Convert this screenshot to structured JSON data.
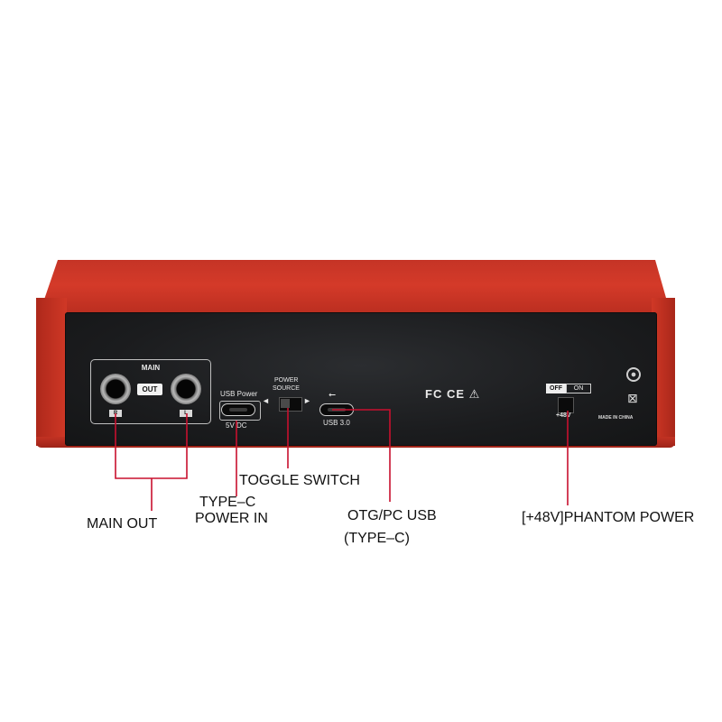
{
  "device": {
    "main_title": "MAIN",
    "out_badge": "OUT",
    "jack_right_tag": "R",
    "jack_left_tag": "L",
    "usb_power_label": "USB Power",
    "dc_label": "5V DC",
    "power_source_line1": "POWER",
    "power_source_line2": "SOURCE",
    "usb_version": "USB 3.0",
    "certifications": "FC CE ⚠",
    "phantom_off": "OFF",
    "phantom_on": "ON",
    "phantom_voltage": "+48V",
    "made_in": "MADE IN CHINA",
    "shell_color": "#c53426",
    "panel_color": "#1b1c1e"
  },
  "callouts": {
    "main_out": "MAIN OUT",
    "typec_power_line1": "TYPE–C",
    "typec_power_line2": "POWER IN",
    "toggle_switch": "TOGGLE SWITCH",
    "otg_line1": "OTG/PC USB",
    "otg_line2": "(TYPE–C)",
    "phantom_power": "[+48V]PHANTOM POWER",
    "line_color": "#c8102e"
  }
}
